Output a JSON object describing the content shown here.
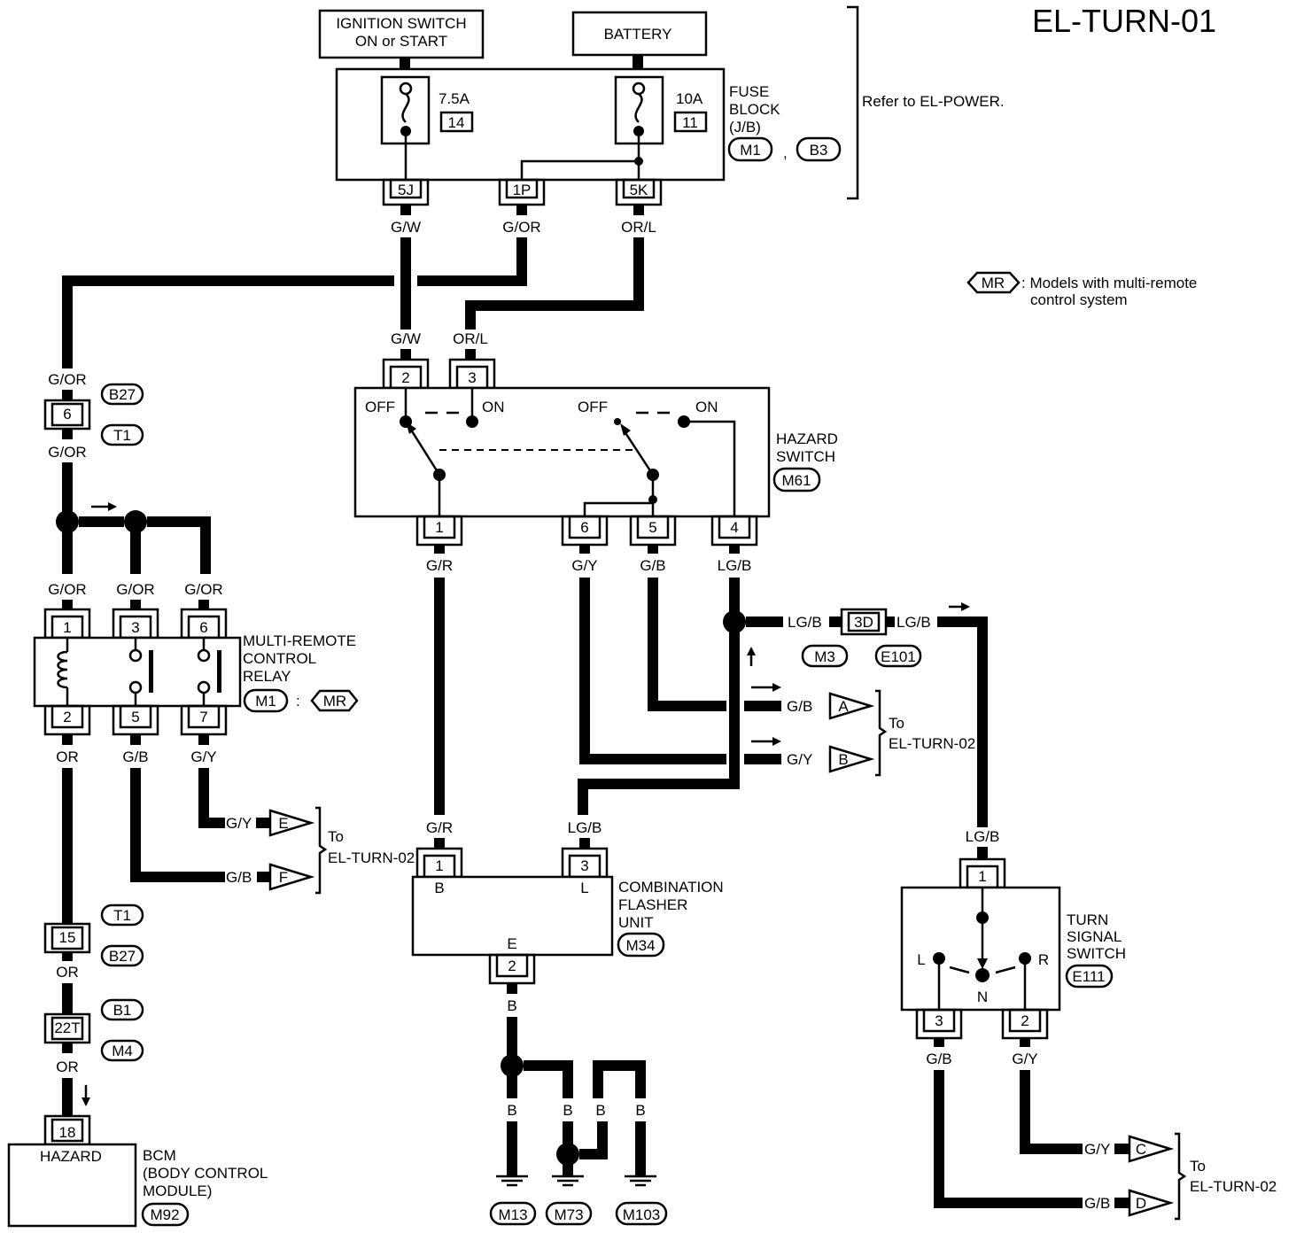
{
  "page_id": "EL-TURN-01",
  "sources": {
    "ignition_line1": "IGNITION SWITCH",
    "ignition_line2": "ON or START",
    "battery": "BATTERY"
  },
  "fuse_block": {
    "title_line1": "FUSE",
    "title_line2": "BLOCK",
    "title_line3": "(J/B)",
    "conn_a": "M1",
    "sep": ",",
    "conn_b": "B3",
    "fuse1_rating": "7.5A",
    "fuse1_no": "14",
    "fuse2_rating": "10A",
    "fuse2_no": "11",
    "term_a": "5J",
    "term_b": "1P",
    "term_c": "5K"
  },
  "refer_note": "Refer to EL-POWER.",
  "legend": {
    "badge": "MR",
    "text_line1": ": Models with multi-remote",
    "text_line2": "control system"
  },
  "wire_colors": {
    "gw": "G/W",
    "gor": "G/OR",
    "orl": "OR/L",
    "gr": "G/R",
    "gy": "G/Y",
    "gb": "G/B",
    "lgb": "LG/B",
    "or": "OR",
    "b": "B"
  },
  "hazard_switch": {
    "title_line1": "HAZARD",
    "title_line2": "SWITCH",
    "conn": "M61",
    "off": "OFF",
    "on": "ON",
    "pin_2": "2",
    "pin_3": "3",
    "pin_1": "1",
    "pin_6": "6",
    "pin_5": "5",
    "pin_4": "4"
  },
  "relay": {
    "title_line1": "MULTI-REMOTE",
    "title_line2": "CONTROL",
    "title_line3": "RELAY",
    "conn": "M1",
    "colon": ":",
    "badge": "MR",
    "pin_1": "1",
    "pin_3": "3",
    "pin_6": "6",
    "pin_2": "2",
    "pin_5": "5",
    "pin_7": "7"
  },
  "connectors": {
    "b27": "B27",
    "t1": "T1",
    "pin_6": "6",
    "pin_15": "15",
    "b1": "B1",
    "m4": "M4",
    "pin_22t": "22T",
    "m3": "M3",
    "e101": "E101",
    "pin_3d": "3D"
  },
  "flasher": {
    "title_line1": "COMBINATION",
    "title_line2": "FLASHER",
    "title_line3": "UNIT",
    "conn": "M34",
    "pin_1": "1",
    "pin_3": "3",
    "pin_2": "2",
    "term_b": "B",
    "term_l": "L",
    "term_e": "E"
  },
  "turn_switch": {
    "title_line1": "TURN",
    "title_line2": "SIGNAL",
    "title_line3": "SWITCH",
    "conn": "E111",
    "pin_1": "1",
    "pin_3": "3",
    "pin_2": "2",
    "pos_l": "L",
    "pos_n": "N",
    "pos_r": "R"
  },
  "bcm": {
    "label": "HAZARD",
    "title_line1": "BCM",
    "title_line2": "(BODY CONTROL",
    "title_line3": "MODULE)",
    "conn": "M92",
    "pin_18": "18"
  },
  "grounds": {
    "g1": "M13",
    "g2": "M73",
    "g3": "M103"
  },
  "off_page": {
    "a": "A",
    "b": "B",
    "c": "C",
    "d": "D",
    "e": "E",
    "f": "F",
    "to": "To",
    "target": "EL-TURN-02"
  }
}
